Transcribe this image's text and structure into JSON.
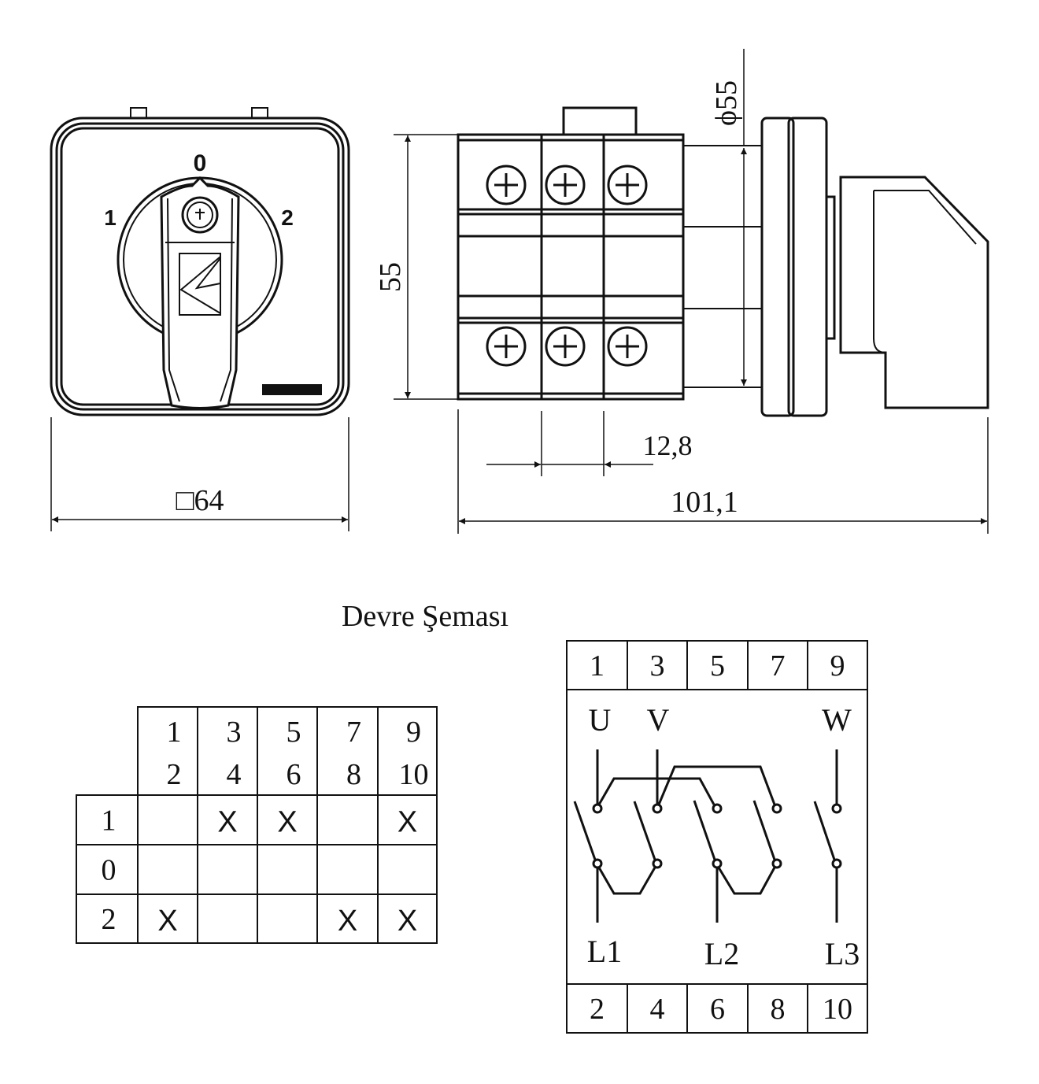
{
  "front_view": {
    "dial_labels": {
      "center": "0",
      "left": "1",
      "right": "2"
    },
    "width_dimension": "□64"
  },
  "side_view": {
    "height_dimension": "55",
    "diameter_dimension": "ϕ55",
    "pitch_dimension": "12,8",
    "length_dimension": "101,1"
  },
  "schematic_title": "Devre Şeması",
  "switching_table": {
    "columns": [
      {
        "top": "1",
        "bottom": "2"
      },
      {
        "top": "3",
        "bottom": "4"
      },
      {
        "top": "5",
        "bottom": "6"
      },
      {
        "top": "7",
        "bottom": "8"
      },
      {
        "top": "9",
        "bottom": "10"
      }
    ],
    "rows": [
      {
        "position": "1",
        "cells": [
          "",
          "X",
          "X",
          "",
          "X"
        ]
      },
      {
        "position": "0",
        "cells": [
          "",
          "",
          "",
          "",
          ""
        ]
      },
      {
        "position": "2",
        "cells": [
          "X",
          "",
          "",
          "X",
          "X"
        ]
      }
    ]
  },
  "wiring_diagram": {
    "top_terminals": [
      "1",
      "3",
      "5",
      "7",
      "9"
    ],
    "bottom_terminals": [
      "2",
      "4",
      "6",
      "8",
      "10"
    ],
    "outputs": [
      "U",
      "V",
      "W"
    ],
    "inputs": [
      "L1",
      "L2",
      "L3"
    ]
  }
}
